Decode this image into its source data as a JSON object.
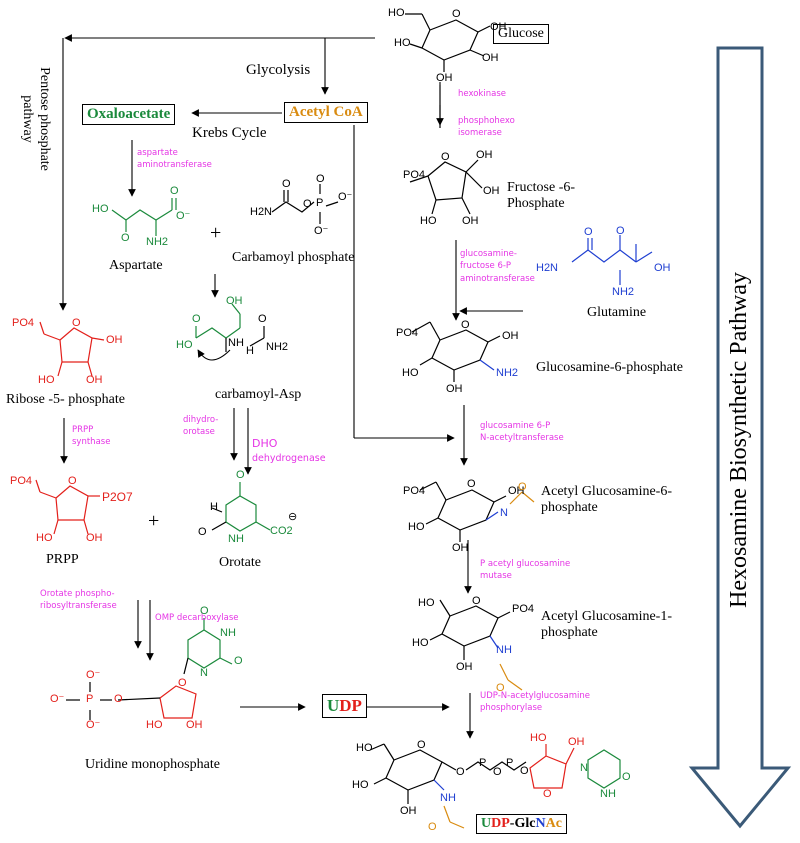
{
  "colors": {
    "enzyme": "#e535e5",
    "pyrimidine_green": "#1b8a3c",
    "ribose_red": "#e3201b",
    "amine_blue": "#1f3fd1",
    "acetyl_orange": "#d98b10",
    "arrow_fill": "#ffffff",
    "arrow_stroke": "#3b5a78"
  },
  "title_arrow": {
    "label": "Hexosamine Biosynthetic Pathway"
  },
  "pathways": {
    "glycolysis": "Glycolysis",
    "krebs": "Krebs Cycle",
    "pentose": [
      "Pentose phosphate",
      "pathway"
    ]
  },
  "boxes": {
    "glucose": "Glucose",
    "oxaloacetate": "Oxaloacetate",
    "acetyl_coa": "Acetyl CoA",
    "udp": {
      "u": "U",
      "dp": "DP"
    },
    "udp_glcnac": {
      "u": "U",
      "dp": "DP",
      "dash": "-",
      "glc": "Glc",
      "n": "N",
      "ac": "Ac"
    }
  },
  "compounds": {
    "aspartate": "Aspartate",
    "carbamoyl_phosphate": "Carbamoyl phosphate",
    "carbamoyl_asp": "carbamoyl-Asp",
    "ribose5p": "Ribose -5- phosphate",
    "prpp": "PRPP",
    "orotate": "Orotate",
    "ump": "Uridine monophosphate",
    "fructose6p": [
      "Fructose -6-",
      "Phosphate"
    ],
    "glutamine": "Glutamine",
    "glucosamine6p": "Glucosamine-6-phosphate",
    "acetylglcn6p": [
      "Acetyl Glucosamine-6-",
      "phosphate"
    ],
    "acetylglcn1p": [
      "Acetyl Glucosamine-1-",
      "phosphate"
    ]
  },
  "enzymes": {
    "hexokinase": "hexokinase",
    "phosphohexo_isomerase": [
      "phosphohexo",
      "isomerase"
    ],
    "aspartate_aminotransferase": [
      "aspartate",
      "aminotransferase"
    ],
    "gfat": [
      "glucosamine-",
      "fructose 6-P",
      "aminotransferase"
    ],
    "dihydroorotase": [
      "dihydro-",
      "orotase"
    ],
    "dho_dehydrogenase": [
      "DHO",
      "dehydrogenase"
    ],
    "prpp_synthase": [
      "PRPP",
      "synthase"
    ],
    "gna": [
      "glucosamine 6-P",
      "N-acetyltransferase"
    ],
    "pgm": [
      "P acetyl glucosamine",
      "mutase"
    ],
    "oprt": [
      "Orotate phospho-",
      "ribosyltransferase"
    ],
    "omp_decarboxylase": "OMP decarboxylase",
    "uap": [
      "UDP-N-acetylglucosamine",
      "phosphorylase"
    ]
  },
  "plus_sign": "+",
  "atoms": {
    "ho": "HO",
    "oh": "OH",
    "o": "O",
    "nh": "NH",
    "nh2": "NH2",
    "h2n": "H2N",
    "n": "N",
    "h": "H",
    "p": "P",
    "po4": "PO4",
    "p2o7": "P2O7",
    "co2": "CO2",
    "ominus": "O⁻",
    "minus": "⊖",
    "osym": "O"
  }
}
